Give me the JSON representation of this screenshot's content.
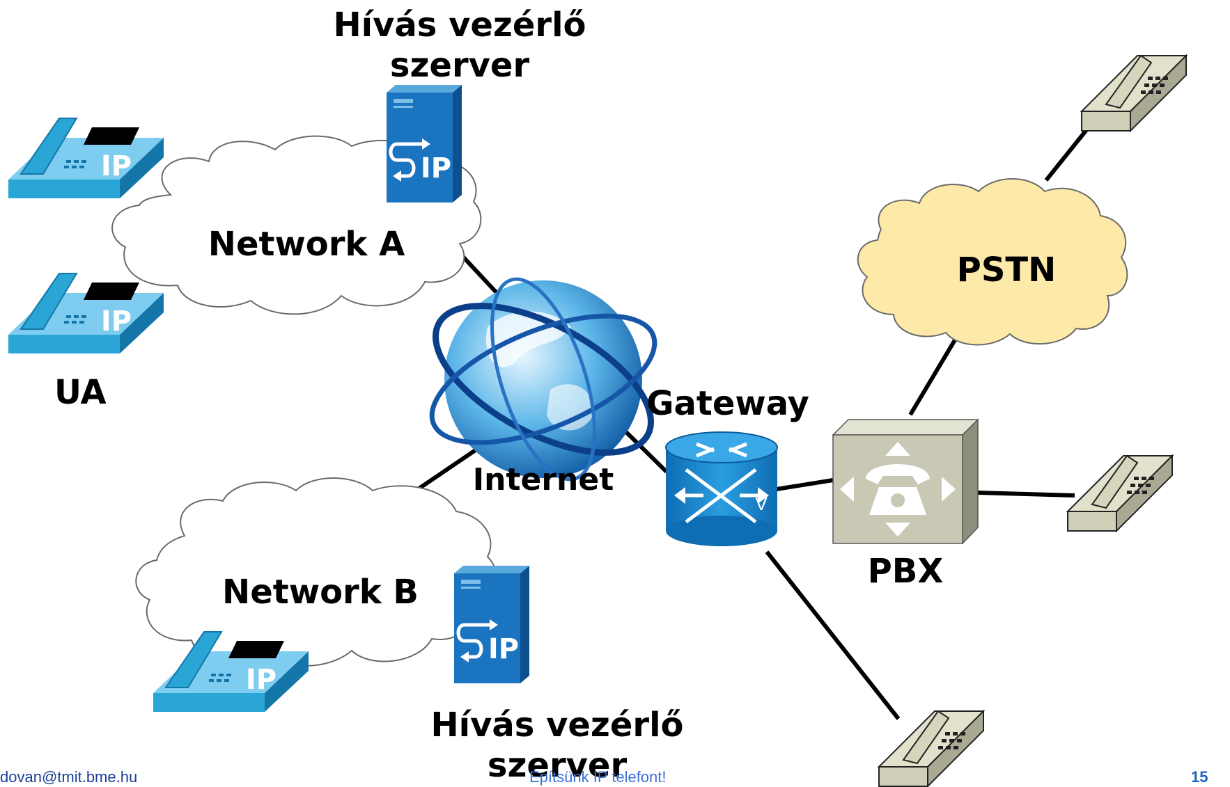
{
  "labels": {
    "server_top_line1": "Hívás vezérlő",
    "server_top_line2": "szerver",
    "server_bottom_line1": "Hívás vezérlő",
    "server_bottom_line2": "szerver",
    "network_a": "Network A",
    "network_b": "Network B",
    "pstn": "PSTN",
    "ua": "UA",
    "internet": "Internet",
    "gateway": "Gateway",
    "pbx": "PBX",
    "ip_badge": "IP",
    "sip_badge": "IP",
    "gateway_v": "V"
  },
  "footer": {
    "email": "dovan@tmit.bme.hu",
    "title": "Építsünk IP telefont!",
    "page_number": "15"
  },
  "colors": {
    "ip_phone": "#2aa6d6",
    "sip_server": "#1a74c0",
    "pstn_cloud": "#fde9a8",
    "analog_phone": "#d6d6bf",
    "pbx": "#c8c8b4",
    "gateway": "#1a8ad4",
    "link": "#000000",
    "footer_title": "#3a6fd8",
    "footer_page": "#2060c0"
  },
  "icons": [
    "ip-phone-icon",
    "sip-server-icon",
    "globe-icon",
    "gateway-icon",
    "pbx-icon",
    "analog-phone-icon",
    "cloud-icon"
  ]
}
